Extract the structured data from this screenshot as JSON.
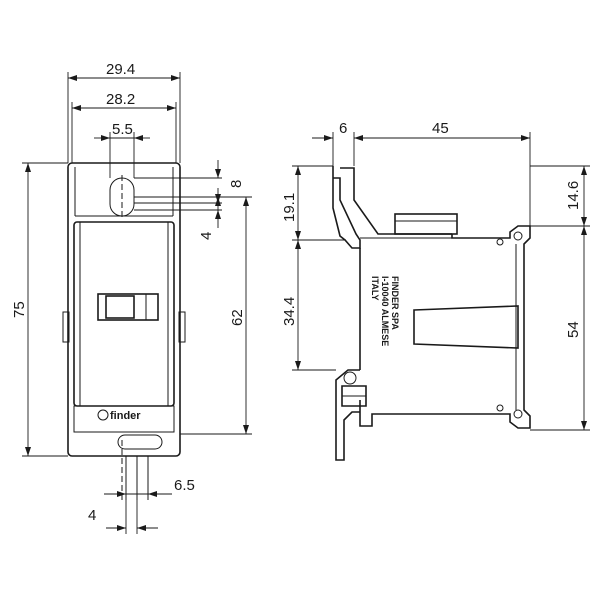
{
  "drawing": {
    "front_view": {
      "dimensions": {
        "width_outer": "29.4",
        "width_inner": "28.2",
        "hole_width": "5.5",
        "hole_offset": "8",
        "hole_gap": "4",
        "height_total": "75",
        "height_body": "62",
        "pin_width": "6.5",
        "pin_gap": "4"
      },
      "logo_text": "finder"
    },
    "side_view": {
      "dimensions": {
        "flange": "6",
        "depth": "45",
        "upper_offset": "19.1",
        "mid_span": "34.4",
        "top_offset": "14.6",
        "rail_span": "54"
      },
      "marking_lines": [
        "FINDER SPA",
        "I-10040 ALMESE",
        "ITALY"
      ]
    }
  }
}
